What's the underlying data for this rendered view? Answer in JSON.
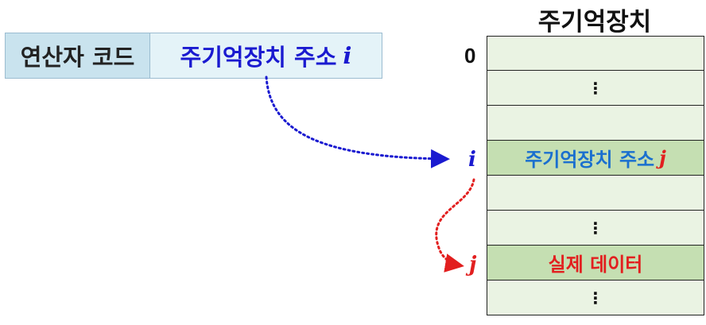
{
  "instruction": {
    "opcode": "연산자 코드",
    "address_text": "주기억장치 주소",
    "address_var": "i"
  },
  "memory": {
    "title": "주기억장치",
    "label_0": "0",
    "label_i": "i",
    "label_j": "j",
    "rows": [
      {
        "text": ""
      },
      {
        "text": "⋮"
      },
      {
        "text": ""
      },
      {
        "text": "주기억장치 주소",
        "var": "j"
      },
      {
        "text": ""
      },
      {
        "text": "⋮"
      },
      {
        "text": "실제 데이터"
      },
      {
        "text": "⋮"
      }
    ]
  },
  "colors": {
    "blue_arrow": "#1a1ad0",
    "red_arrow": "#e21f1f",
    "row_fill": "#eaf3e3",
    "row_highlight": "#c5dfb2",
    "opcode_fill": "#c9e3ee",
    "address_fill": "#e4f3f8"
  }
}
